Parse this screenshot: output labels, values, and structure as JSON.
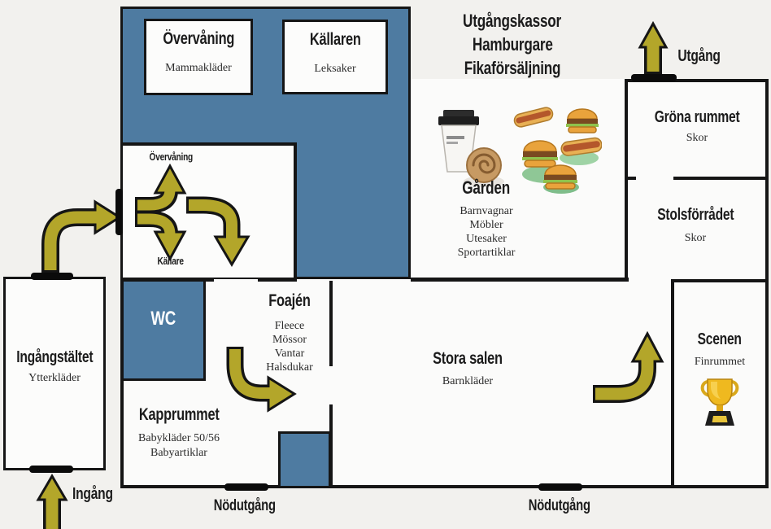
{
  "colors": {
    "room_fill": "#4e7ba1",
    "arrow": "#b3a62a",
    "wall": "#151515",
    "background": "#f2f1ee"
  },
  "header": {
    "lines": [
      "Utgångskassor",
      "Hamburgare",
      "Fikaförsäljning"
    ]
  },
  "labels": {
    "utgang": "Utgång",
    "ingang": "Ingång",
    "nodutgang_left": "Nödutgång",
    "nodutgang_right": "Nödutgång"
  },
  "stairwell": {
    "up": "Övervåning",
    "down": "Källare"
  },
  "rooms": {
    "overvaning": {
      "title": "Övervåning",
      "subtitle": "Mammakläder"
    },
    "kallaren": {
      "title": "Källaren",
      "subtitle": "Leksaker"
    },
    "wc": {
      "title": "WC"
    },
    "foajen": {
      "title": "Foajén",
      "items": [
        "Fleece",
        "Mössor",
        "Vantar",
        "Halsdukar"
      ]
    },
    "kapprummet": {
      "title": "Kapprummet",
      "items": [
        "Babykläder 50/56",
        "Babyartiklar"
      ]
    },
    "ingangstaltet": {
      "title": "Ingångstältet",
      "subtitle": "Ytterkläder"
    },
    "garden": {
      "title": "Gården",
      "items": [
        "Barnvagnar",
        "Möbler",
        "Utesaker",
        "Sportartiklar"
      ]
    },
    "stora_salen": {
      "title": "Stora salen",
      "subtitle": "Barnkläder"
    },
    "grona_rummet": {
      "title": "Gröna rummet",
      "subtitle": "Skor"
    },
    "stolsforradet": {
      "title": "Stolsförrådet",
      "subtitle": "Skor"
    },
    "scenen": {
      "title": "Scenen",
      "subtitle": "Finrummet"
    }
  },
  "icons": {
    "coffee": "coffee-cup-and-cinnamon-bun",
    "food": "hamburgers-and-hotdogs",
    "trophy": "gold-trophy"
  }
}
